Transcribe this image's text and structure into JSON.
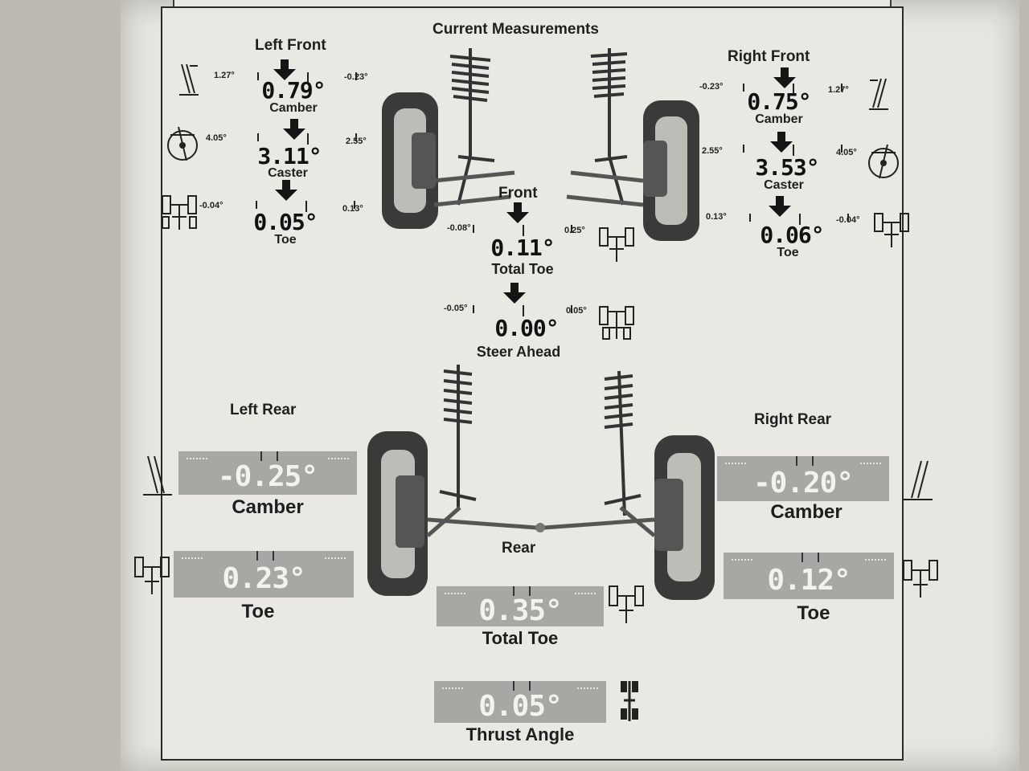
{
  "title": "Current Measurements",
  "front": {
    "section_label": "Front",
    "left": {
      "heading": "Left Front",
      "camber": {
        "value": "0.79°",
        "label": "Camber",
        "min": "1.27°",
        "max": "-0.23°"
      },
      "caster": {
        "value": "3.11°",
        "label": "Caster",
        "min": "4.05°",
        "max": "2.55°"
      },
      "toe": {
        "value": "0.05°",
        "label": "Toe",
        "min": "-0.04°",
        "max": "0.13°"
      }
    },
    "right": {
      "heading": "Right Front",
      "camber": {
        "value": "0.75°",
        "label": "Camber",
        "min": "-0.23°",
        "max": "1.27°"
      },
      "caster": {
        "value": "3.53°",
        "label": "Caster",
        "min": "2.55°",
        "max": "4.05°"
      },
      "toe": {
        "value": "0.06°",
        "label": "Toe",
        "min": "0.13°",
        "max": "-0.04°"
      }
    },
    "total_toe": {
      "value": "0.11°",
      "label": "Total Toe",
      "min": "-0.08°",
      "max": "0.25°"
    },
    "steer_ahead": {
      "value": "0.00°",
      "label": "Steer Ahead",
      "min": "-0.05°",
      "max": "0.05°"
    }
  },
  "rear": {
    "section_label": "Rear",
    "left": {
      "heading": "Left Rear",
      "camber": {
        "value": "-0.25°",
        "label": "Camber"
      },
      "toe": {
        "value": "0.23°",
        "label": "Toe"
      }
    },
    "right": {
      "heading": "Right Rear",
      "camber": {
        "value": "-0.20°",
        "label": "Camber"
      },
      "toe": {
        "value": "0.12°",
        "label": "Toe"
      }
    },
    "total_toe": {
      "value": "0.35°",
      "label": "Total Toe"
    },
    "thrust_angle": {
      "value": "0.05°",
      "label": "Thrust Angle"
    }
  },
  "icons": [
    "camber-icon",
    "caster-icon",
    "toe-icon",
    "total-toe-icon",
    "steer-ahead-icon",
    "thrust-angle-icon",
    "wheel-icon",
    "strut-icon"
  ]
}
